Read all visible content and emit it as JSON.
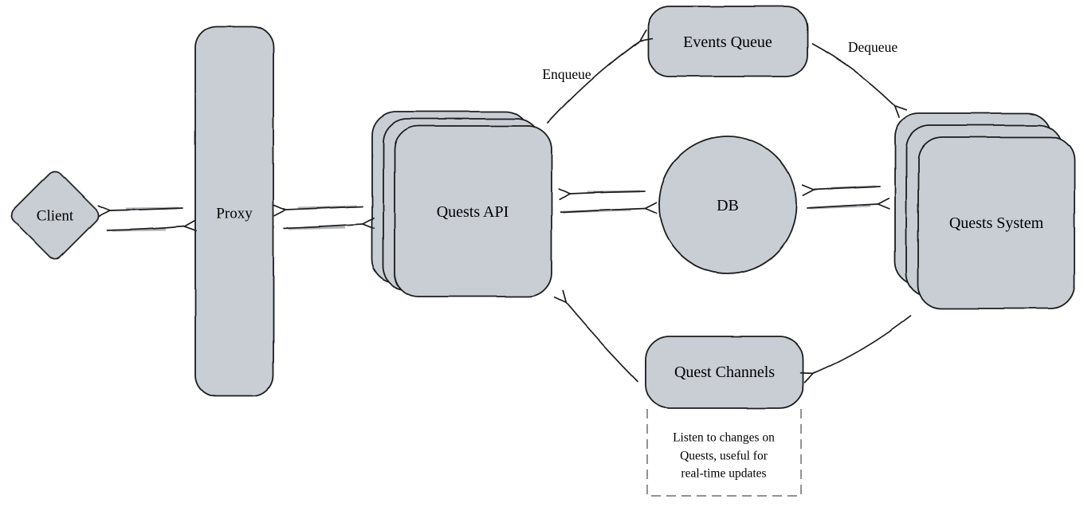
{
  "diagram": {
    "colors": {
      "background": "#ffffff",
      "node_fill": "#c9ced5",
      "stroke": "#1c1c1c",
      "ghost": "#9da2a8",
      "note_border": "#6e6e6e",
      "text": "#000000"
    },
    "nodes": {
      "client": {
        "label": "Client",
        "shape": "diamond"
      },
      "proxy": {
        "label": "Proxy",
        "shape": "rounded-rect"
      },
      "quests_api": {
        "label": "Quests API",
        "shape": "stacked-rounded-squares"
      },
      "events_queue": {
        "label": "Events Queue",
        "shape": "rounded-rect"
      },
      "db": {
        "label": "DB",
        "shape": "circle"
      },
      "quests_system": {
        "label": "Quests System",
        "shape": "stacked-rounded-squares"
      },
      "quest_channels": {
        "label": "Quest Channels",
        "shape": "rounded-rect"
      }
    },
    "edge_labels": {
      "enqueue": "Enqueue",
      "dequeue": "Dequeue"
    },
    "edges": [
      {
        "from": "proxy",
        "to": "client",
        "style": "straight"
      },
      {
        "from": "client",
        "to": "proxy",
        "style": "straight"
      },
      {
        "from": "quests_api",
        "to": "proxy",
        "style": "straight"
      },
      {
        "from": "proxy",
        "to": "quests_api",
        "style": "straight"
      },
      {
        "from": "db",
        "to": "quests_api",
        "style": "straight"
      },
      {
        "from": "quests_api",
        "to": "db",
        "style": "straight"
      },
      {
        "from": "quests_system",
        "to": "db",
        "style": "straight"
      },
      {
        "from": "db",
        "to": "quests_system",
        "style": "straight"
      },
      {
        "from": "quests_api",
        "to": "events_queue",
        "label": "Enqueue",
        "style": "curved"
      },
      {
        "from": "events_queue",
        "to": "quests_system",
        "label": "Dequeue",
        "style": "curved"
      },
      {
        "from": "quests_system",
        "to": "quest_channels",
        "style": "curved"
      },
      {
        "from": "quest_channels",
        "to": "quests_api",
        "style": "curved"
      }
    ],
    "note": {
      "attached_to": "quest_channels",
      "lines": [
        "Listen to changes on",
        "Quests, useful for",
        "real-time updates"
      ]
    }
  }
}
